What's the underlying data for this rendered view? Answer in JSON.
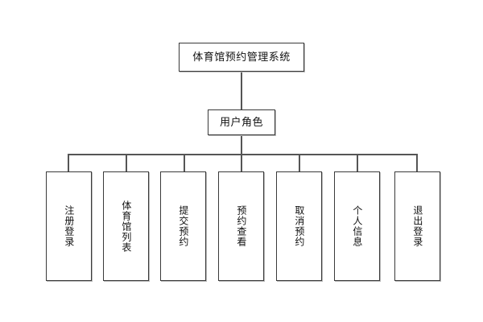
{
  "diagram": {
    "type": "hierarchy-tree",
    "orientation": "top-down",
    "background_color": "#ffffff",
    "line_color": "#555555",
    "box_border_color": "#3a3a3a",
    "root": {
      "label": "体育馆预约管理系统"
    },
    "level2": {
      "label": "用户角色"
    },
    "leaves": [
      {
        "label": "注册登录"
      },
      {
        "label": "体育馆列表"
      },
      {
        "label": "提交预约"
      },
      {
        "label": "预约查看"
      },
      {
        "label": "取消预约"
      },
      {
        "label": "个人信息"
      },
      {
        "label": "退出登录"
      }
    ]
  }
}
